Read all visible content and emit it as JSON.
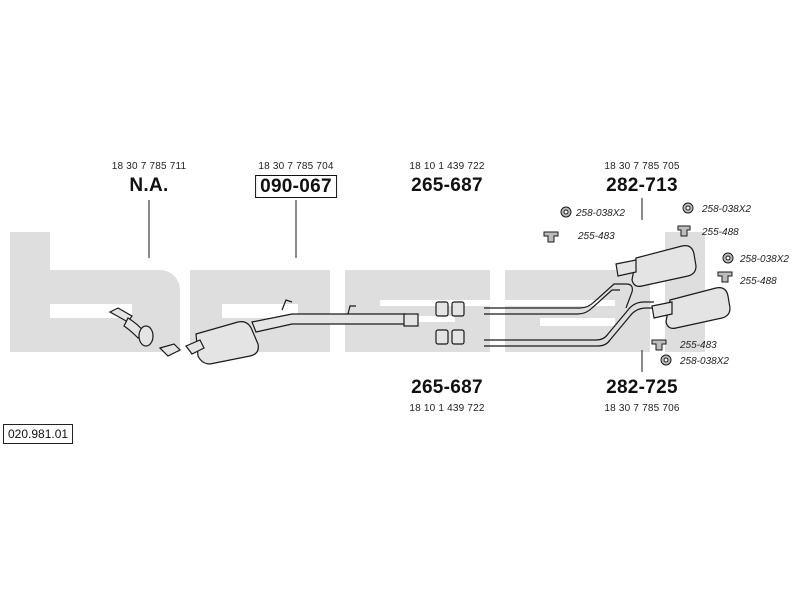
{
  "diagram_code": "020.981.01",
  "watermark_text": "bosal",
  "colors": {
    "watermark": "#dedede",
    "line": "#1a1a1a",
    "part_fill": "#e4e4e4"
  },
  "upper_labels": [
    {
      "id": "flex-front",
      "oem": "18 30 7 785 711",
      "part": "N.A.",
      "boxed": false
    },
    {
      "id": "catalyst",
      "oem": "18 30 7 785 704",
      "part": "090-067",
      "boxed": true
    },
    {
      "id": "gasket-upper",
      "oem": "18 10 1 439 722",
      "part": "265-687",
      "boxed": false
    },
    {
      "id": "rear-upper",
      "oem": "18 30 7 785 705",
      "part": "282-713",
      "boxed": false
    }
  ],
  "lower_labels": [
    {
      "id": "gasket-lower",
      "oem": "18 10 1 439 722",
      "part": "265-687"
    },
    {
      "id": "rear-lower",
      "oem": "18 30 7 785 706",
      "part": "282-725"
    }
  ],
  "accessories": [
    {
      "id": "acc-1",
      "text": "258-038X2",
      "icon": "rubber-mount-icon"
    },
    {
      "id": "acc-2",
      "text": "255-483",
      "icon": "clamp-icon"
    },
    {
      "id": "acc-3",
      "text": "258-038X2",
      "icon": "rubber-mount-icon"
    },
    {
      "id": "acc-4",
      "text": "255-488",
      "icon": "clamp-icon"
    },
    {
      "id": "acc-5",
      "text": "258-038X2",
      "icon": "rubber-mount-icon"
    },
    {
      "id": "acc-6",
      "text": "255-488",
      "icon": "clamp-icon"
    },
    {
      "id": "acc-7",
      "text": "255-483",
      "icon": "clamp-icon"
    },
    {
      "id": "acc-8",
      "text": "258-038X2",
      "icon": "rubber-mount-icon"
    }
  ]
}
